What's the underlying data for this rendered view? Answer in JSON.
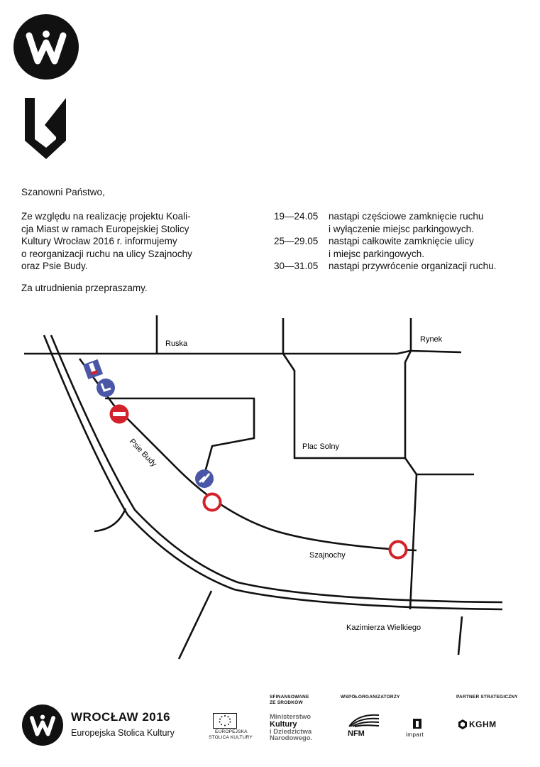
{
  "letter": {
    "greeting": "Szanowni Państwo,",
    "paragraph_lines": [
      "Ze względu na realizację projektu Koali-",
      "cja Miast w ramach Europejskiej Stolicy",
      "Kultury Wrocław 2016 r. informujemy",
      "o reorganizacji ruchu na ulicy Szajnochy",
      "oraz Psie Budy."
    ],
    "apology": "Za utrudnienia przepraszamy."
  },
  "schedule": [
    {
      "dates": "19—24.05",
      "lines": [
        "nastąpi częściowe zamknięcie ruchu",
        "i wyłączenie miejsc parkingowych."
      ]
    },
    {
      "dates": "25—29.05",
      "lines": [
        "nastąpi całkowite zamknięcie ulicy",
        "i miejsc parkingowych."
      ]
    },
    {
      "dates": "30—31.05",
      "lines": [
        "nastąpi przywrócenie organizacji ruchu."
      ]
    }
  ],
  "map": {
    "streets": {
      "ruska": "Ruska",
      "rynek": "Rynek",
      "plac_solny": "Plac Solny",
      "psie_budy": "Psie Budy",
      "szajnochy": "Szajnochy",
      "kazimierza": "Kazimierza Wielkiego"
    },
    "colors": {
      "road": "#111111",
      "sign_red": "#d3232a",
      "sign_blue": "#4a57a8"
    }
  },
  "footer": {
    "brand_title": "WROCŁAW 2016",
    "brand_subtitle": "Europejska Stolica Kultury",
    "eu_label_1": "EUROPEJSKA",
    "eu_label_2": "STOLICA KULTURY",
    "funded_heading_1": "SFINANSOWANE",
    "funded_heading_2": "ZE ŚRODKÓW",
    "ministry_lines": [
      "Ministerstwo",
      "Kultury",
      "i Dziedzictwa",
      "Narodowego."
    ],
    "coorg_heading": "WSPÓŁORGANIZATORZY",
    "nfm_label": "NFM",
    "impart_label": "impart",
    "partner_heading": "PARTNER STRATEGICZNY",
    "kghm_label": "KGHM"
  }
}
